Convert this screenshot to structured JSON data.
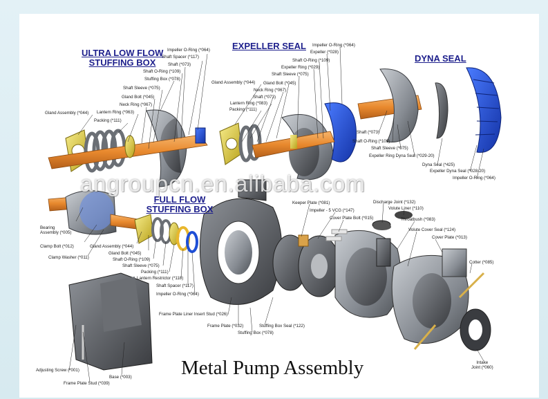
{
  "title": "Metal Pump Assembly",
  "watermark": "angroupcn.en.alibaba.com",
  "sections": {
    "ultra_low_flow_l1": "ULTRA LOW FLOW",
    "ultra_low_flow_l2": "STUFFING BOX",
    "expeller_seal": "EXPELLER SEAL",
    "dyna_seal": "DYNA SEAL",
    "full_flow_l1": "FULL FLOW",
    "full_flow_l2": "STUFFING BOX"
  },
  "labels": {
    "ulf_impeller_oring": "Impeller O-Ring (*064)",
    "ulf_shaft_spacer": "Shaft Spacer (*117)",
    "ulf_shaft": "Shaft (*073)",
    "ulf_shaft_oring": "Shaft O-Ring (*109)",
    "ulf_stuffing_box": "Stuffing Box (*078)",
    "ulf_shaft_sleeve": "Shaft Sleeve (*075)",
    "ulf_gland_bolt": "Gland Bolt (*045)",
    "ulf_neck_ring": "Neck Ring (*067)",
    "ulf_lantern_ring": "Lantern Ring (*063)",
    "ulf_gland_assembly": "Gland Assembly (*044)",
    "ulf_packing": "Packing (*111)",
    "es_impeller_oring": "Impeller O-Ring (*064)",
    "es_expeller": "Expeller (*028)",
    "es_shaft_oring": "Shaft O-Ring (*109)",
    "es_expeller_ring": "Expeller Ring (*029)",
    "es_shaft_sleeve": "Shaft Sleeve (*075)",
    "es_gland_assembly": "Gland Assembly (*044)",
    "es_gland_bolt": "Gland Bolt (*045)",
    "es_neck_ring": "Neck Ring (*067)",
    "es_lantern_ring": "Lantern Ring (*083)",
    "es_shaft": "Shaft (*073)",
    "es_packing": "Packing (*111)",
    "ds_shaft": "Shaft (*073)",
    "ds_shaft_oring": "Shaft O-Ring (*109)",
    "ds_shaft_sleeve": "Shaft Sleeve (*075)",
    "ds_expeller_ring": "Expeller Ring Dyna Seal (*029-20)",
    "ds_dyna_seal": "Dyna Seal (*425)",
    "ds_expeller_dyna": "Expeller Dyna Seal (*028-20)",
    "ds_impeller_oring": "Impeller O-Ring (*064)",
    "bearing_assembly_l1": "Bearing",
    "bearing_assembly_l2": "Assembly (*005)",
    "clamp_bolt": "Clamp  Bolt (*012)",
    "clamp_washer": "Clamp  Washer (*011)",
    "ff_gland_assembly": "Gland Assembly (*044)",
    "ff_gland_bolt": "Gland Bolt (*045)",
    "ff_shaft_oring": "Shaft O-Ring (*109)",
    "ff_shaft_sleeve": "Shaft Sleeve (*075)",
    "ff_packing": "Packing (*111)",
    "ff_lantern_restrictor": "Lantern  Restrictor (*118)",
    "ff_shaft_spacer": "Shaft Spacer (*117)",
    "ff_impeller_oring": "Impeller O-Ring (*064)",
    "keeper_plate": "Keeper Plate (*081)",
    "impeller_5vcg": "Impeller - 5 VCG (*147)",
    "cover_plate_bolt": "Cover Plate Bolt (*015)",
    "discharge_joint": "Discharge Joint (*132)",
    "volute_liner": "Volute Liner (*110)",
    "throatbush": "Throatbush (*083)",
    "volute_cover_seal": "Volute Cover Seal (*124)",
    "cover_plate": "Cover Plate (*013)",
    "cotter": "Cotter (*085)",
    "frame_plate_liner_stud": "Frame Plate Liner Insert Stud (*026)",
    "frame_plate": "Frame Plate (*032)",
    "stuffing_box_seal": "Stuffing Box Seal (*122)",
    "stuffing_box": "Stuffing Box (*078)",
    "adjusting_screw": "Adjusting Screw (*001)",
    "frame_plate_stud": "Frame Plate Stud (*039)",
    "base": "Base (*003)",
    "intake_joint_l1": "Intake",
    "intake_joint_l2": "Joint (*060)"
  },
  "colors": {
    "shaft": "#e8892e",
    "steel": "#8a8f96",
    "dark_steel": "#4a4d52",
    "blue_part": "#1e4fd6",
    "yellow_part": "#e9d640",
    "section_title": "#1d1f8c"
  }
}
